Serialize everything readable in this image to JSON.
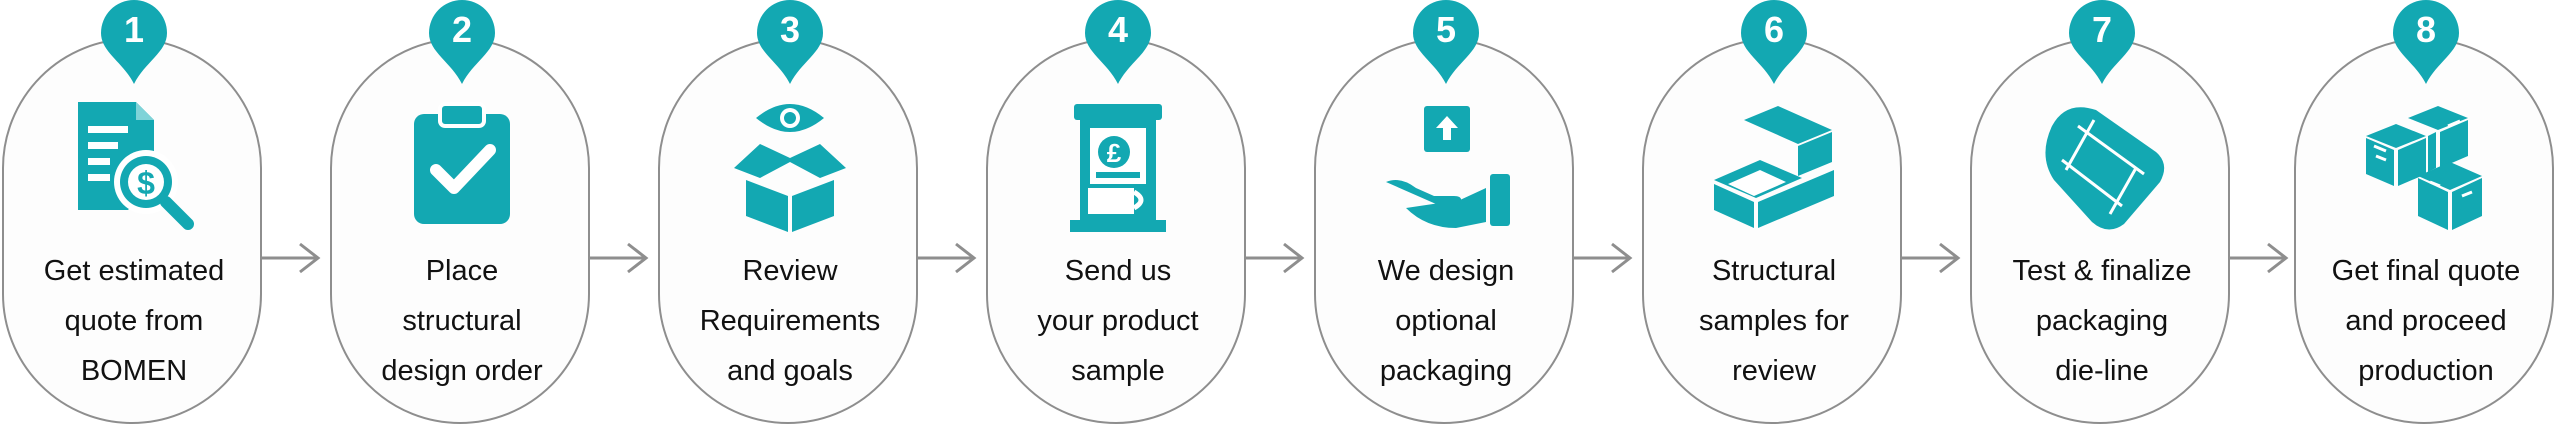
{
  "colors": {
    "accent": "#13a8b2",
    "outline": "#8e8e8e",
    "text": "#111111"
  },
  "steps": [
    {
      "num": "1",
      "icon": "quote-search-icon",
      "lines": [
        "Get estimated",
        "quote from",
        "BOMEN"
      ]
    },
    {
      "num": "2",
      "icon": "clipboard-check-icon",
      "lines": [
        "Place",
        "structural",
        "design order"
      ]
    },
    {
      "num": "3",
      "icon": "eye-box-icon",
      "lines": [
        "Review",
        "Requirements",
        "and goals"
      ]
    },
    {
      "num": "4",
      "icon": "product-kiosk-icon",
      "lines": [
        "Send us",
        "your product",
        "sample"
      ]
    },
    {
      "num": "5",
      "icon": "hand-box-icon",
      "lines": [
        "We design",
        "optional",
        "packaging"
      ]
    },
    {
      "num": "6",
      "icon": "box-samples-icon",
      "lines": [
        "Structural",
        "samples for",
        "review"
      ]
    },
    {
      "num": "7",
      "icon": "die-line-icon",
      "lines": [
        "Test & finalize",
        "packaging",
        "die-line"
      ]
    },
    {
      "num": "8",
      "icon": "stacked-boxes-icon",
      "lines": [
        "Get final quote",
        "and proceed",
        "production"
      ]
    }
  ]
}
